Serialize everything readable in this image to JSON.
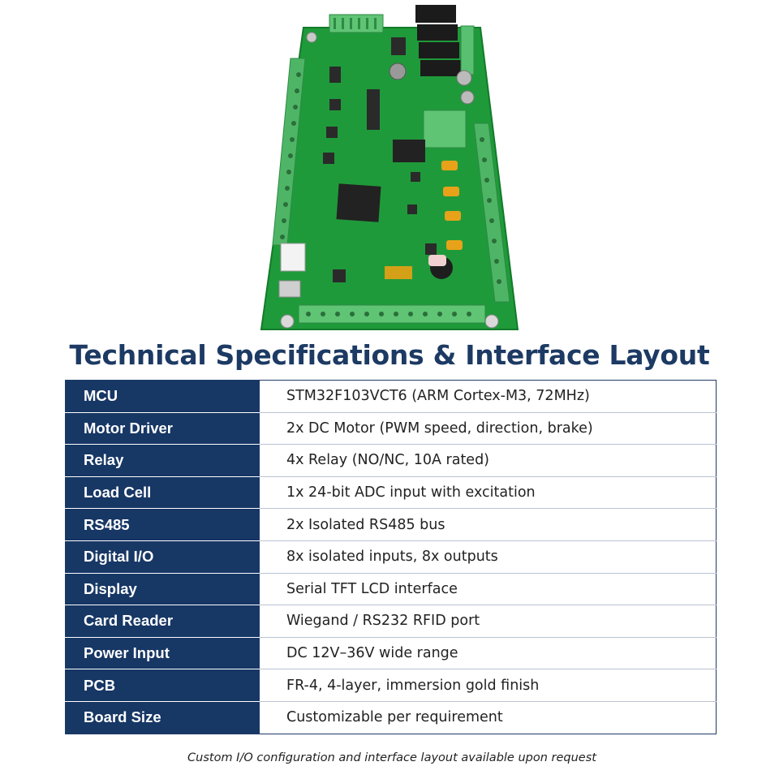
{
  "product_image": {
    "description_icon": "pcb-board-photo",
    "colors": {
      "pcb": "#1f9a3a",
      "terminal": "#58c070",
      "relay": "#1a1a1a",
      "capacitor": "#e8a21a",
      "chip": "#222222"
    }
  },
  "title": "Technical Specifications & Interface Layout",
  "specs": [
    {
      "label": "MCU",
      "value": "STM32F103VCT6 (ARM Cortex-M3, 72MHz)"
    },
    {
      "label": "Motor Driver",
      "value": "2x DC Motor (PWM speed, direction, brake)"
    },
    {
      "label": "Relay",
      "value": "4x Relay (NO/NC, 10A rated)"
    },
    {
      "label": "Load Cell",
      "value": "1x 24-bit ADC input with excitation"
    },
    {
      "label": "RS485",
      "value": "2x Isolated RS485 bus"
    },
    {
      "label": "Digital I/O",
      "value": "8x isolated inputs, 8x outputs"
    },
    {
      "label": "Display",
      "value": "Serial TFT LCD interface"
    },
    {
      "label": "Card Reader",
      "value": "Wiegand / RS232 RFID port"
    },
    {
      "label": "Power Input",
      "value": "DC 12V–36V wide range"
    },
    {
      "label": "PCB",
      "value": "FR-4, 4-layer, immersion gold finish"
    },
    {
      "label": "Board Size",
      "value": "Customizable per requirement"
    }
  ],
  "footnote": "Custom I/O configuration and interface layout available upon request",
  "colors": {
    "header_fill": "#173765",
    "title": "#1c3a63"
  }
}
